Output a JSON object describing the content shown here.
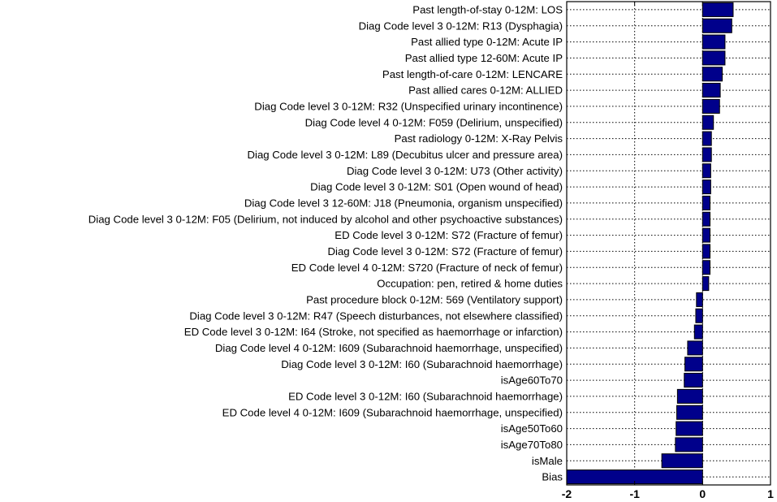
{
  "chart_data": {
    "type": "bar",
    "orientation": "horizontal",
    "categories": [
      "Past length-of-stay  0-12M: LOS",
      "Diag Code level 3 0-12M: R13 (Dysphagia)",
      "Past allied type 0-12M: Acute IP",
      "Past allied type 12-60M: Acute IP",
      "Past length-of-care 0-12M: LENCARE",
      "Past allied cares 0-12M: ALLIED",
      "Diag Code level 3 0-12M: R32 (Unspecified urinary incontinence)",
      "Diag Code level 4 0-12M: F059 (Delirium, unspecified)",
      "Past radiology 0-12M: X-Ray Pelvis",
      "Diag Code level 3 0-12M: L89 (Decubitus ulcer and pressure area)",
      "Diag Code level 3 0-12M: U73 (Other activity)",
      "Diag Code level 3 0-12M: S01 (Open wound of head)",
      "Diag Code level 3 12-60M: J18 (Pneumonia, organism unspecified)",
      "Diag Code level 3 0-12M: F05 (Delirium, not induced by alcohol and other psychoactive substances)",
      "ED Code level 3 0-12M: S72 (Fracture of femur)",
      "Diag Code level 3 0-12M: S72 (Fracture of femur)",
      "ED Code level 4 0-12M: S720 (Fracture of neck of femur)",
      "Occupation: pen, retired & home duties",
      "Past procedure block 0-12M: 569 (Ventilatory support)",
      "Diag Code level 3 0-12M: R47 (Speech disturbances, not elsewhere classified)",
      "ED Code level 3 0-12M: I64 (Stroke, not specified as haemorrhage or infarction)",
      "Diag Code level 4 0-12M: I609 (Subarachnoid haemorrhage, unspecified)",
      "Diag Code level 3 0-12M: I60 (Subarachnoid haemorrhage)",
      "isAge60To70",
      "ED Code level 3 0-12M: I60 (Subarachnoid haemorrhage)",
      "ED Code level 4 0-12M: I609 (Subarachnoid haemorrhage, unspecified)",
      "isAge50To60",
      "isAge70To80",
      "isMale",
      "Bias"
    ],
    "values": [
      0.45,
      0.43,
      0.33,
      0.33,
      0.29,
      0.26,
      0.25,
      0.16,
      0.13,
      0.13,
      0.12,
      0.12,
      0.11,
      0.11,
      0.11,
      0.11,
      0.11,
      0.09,
      -0.09,
      -0.1,
      -0.12,
      -0.22,
      -0.26,
      -0.27,
      -0.37,
      -0.38,
      -0.39,
      -0.4,
      -0.6,
      -2.0
    ],
    "xlim": [
      -2,
      1
    ],
    "xticks": [
      "-2",
      "-1",
      "0",
      "1"
    ],
    "grid": "x-dotted",
    "bar_color": "#00008b"
  }
}
